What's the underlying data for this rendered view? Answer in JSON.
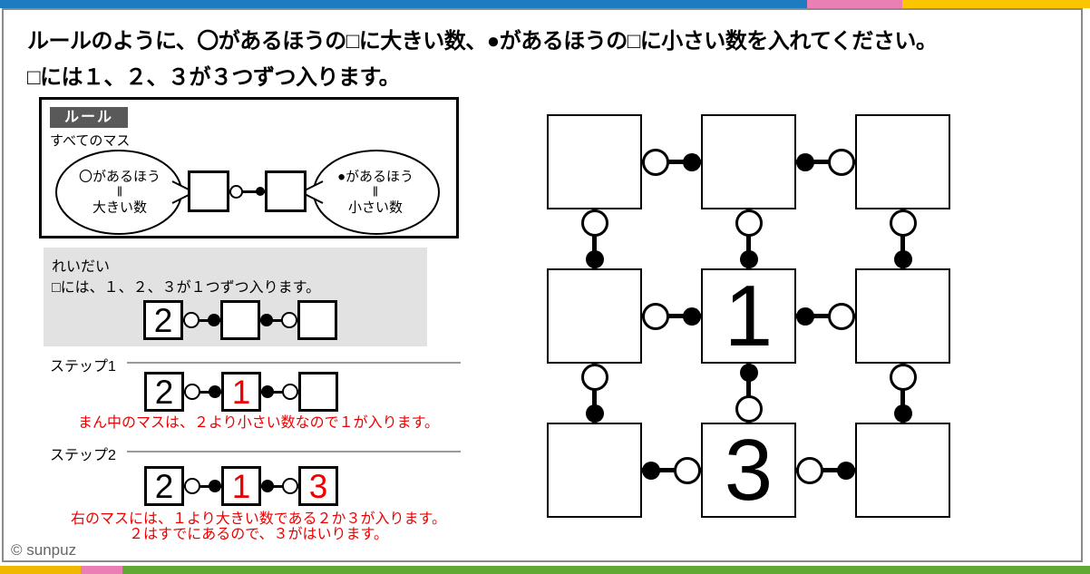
{
  "title": {
    "line1": "ルールのように、〇があるほうの□に大きい数、●があるほうの□に小さい数を入れてください。",
    "line2": "□には１、２、３が３つずつ入ります。"
  },
  "rule_box": {
    "label": "ルール",
    "subtitle": "すべてのマス",
    "left_bubble": [
      "〇があるほう",
      "‖",
      "大きい数"
    ],
    "right_bubble": [
      "●があるほう",
      "‖",
      "小さい数"
    ],
    "cells": [
      {
        "value": "",
        "color": "#000000"
      },
      {
        "value": "",
        "color": "#000000"
      }
    ],
    "connectors": [
      "circle-dot"
    ]
  },
  "example": {
    "heading": "れいだい",
    "description": "□には、１、２、３が１つずつ入ります。",
    "cells": [
      {
        "value": "2",
        "color": "#000000"
      },
      {
        "value": "",
        "color": "#000000"
      },
      {
        "value": "",
        "color": "#000000"
      }
    ],
    "connectors": [
      "circle-dot",
      "dot-circle"
    ]
  },
  "step1": {
    "label": "ステップ1",
    "cells": [
      {
        "value": "2",
        "color": "#000000"
      },
      {
        "value": "1",
        "color": "#ee0000"
      },
      {
        "value": "",
        "color": "#000000"
      }
    ],
    "connectors": [
      "circle-dot",
      "dot-circle"
    ],
    "notes": [
      "まん中のマスは、２より小さい数なので１が入ります。"
    ]
  },
  "step2": {
    "label": "ステップ2",
    "cells": [
      {
        "value": "2",
        "color": "#000000"
      },
      {
        "value": "1",
        "color": "#ee0000"
      },
      {
        "value": "3",
        "color": "#ee0000"
      }
    ],
    "connectors": [
      "circle-dot",
      "dot-circle"
    ],
    "notes": [
      "右のマスには、１より大きい数である２か３が入ります。",
      "２はすでにあるので、３がはいります。"
    ]
  },
  "puzzle": {
    "rows": 3,
    "cols": 3,
    "values": [
      [
        "",
        "",
        ""
      ],
      [
        "",
        "1",
        ""
      ],
      [
        "",
        "3",
        ""
      ]
    ],
    "h_connectors": [
      [
        "circle-dot",
        "dot-circle"
      ],
      [
        "circle-dot",
        "dot-circle"
      ],
      [
        "dot-circle",
        "circle-dot"
      ]
    ],
    "v_connectors": [
      [
        "circle-dot",
        "circle-dot",
        "circle-dot"
      ],
      [
        "circle-dot",
        "dot-circle",
        "circle-dot"
      ]
    ]
  },
  "legend": {
    "open_circle_meaning": "大きい数",
    "filled_circle_meaning": "小さい数"
  },
  "footer": {
    "copyright": "© sunpuz"
  },
  "colors": {
    "accent_red": "#ee0000",
    "rule_label_bg": "#595959",
    "example_bg": "#e2e2e2",
    "stripe_top": [
      "#1d7cbf",
      "#ea7fb5",
      "#fbc600"
    ],
    "stripe_bottom": [
      "#f0b800",
      "#ea7fb5",
      "#61a935"
    ]
  }
}
